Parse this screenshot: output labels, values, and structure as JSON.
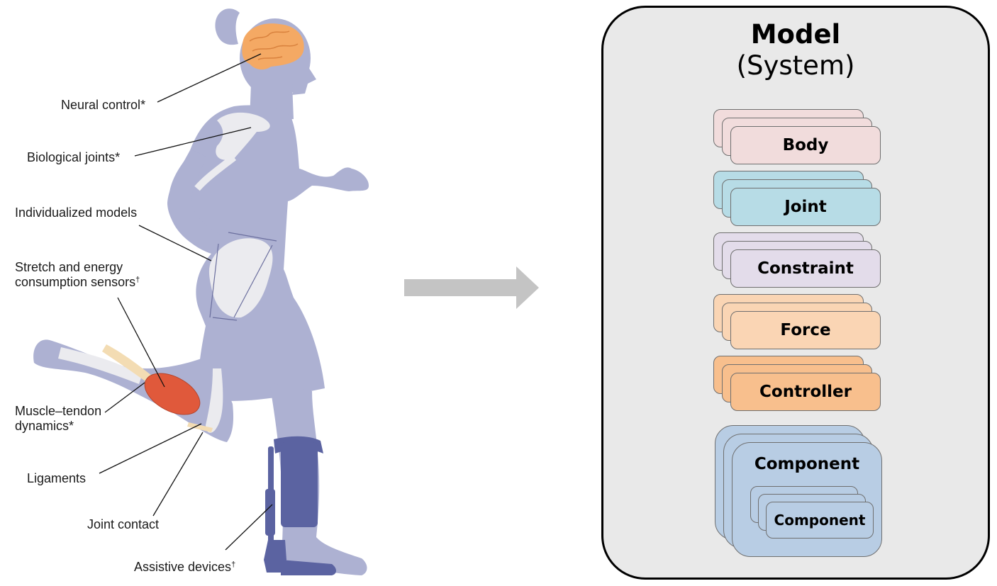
{
  "figure": {
    "body_labels": [
      {
        "key": "neural",
        "lines": [
          "Neural control"
        ],
        "mark": "*"
      },
      {
        "key": "biojoints",
        "lines": [
          "Biological joints"
        ],
        "mark": "*"
      },
      {
        "key": "individual",
        "lines": [
          "Individualized models"
        ],
        "mark": ""
      },
      {
        "key": "stretch",
        "lines": [
          "Stretch and energy",
          "consumption sensors"
        ],
        "mark": "†"
      },
      {
        "key": "muscle",
        "lines": [
          "Muscle–tendon",
          "dynamics"
        ],
        "mark": "*"
      },
      {
        "key": "ligaments",
        "lines": [
          "Ligaments"
        ],
        "mark": ""
      },
      {
        "key": "jointcontact",
        "lines": [
          "Joint contact"
        ],
        "mark": ""
      },
      {
        "key": "assistive",
        "lines": [
          "Assistive devices"
        ],
        "mark": "†"
      }
    ],
    "model": {
      "title": "Model",
      "subtitle": "(System)",
      "components": [
        {
          "label": "Body",
          "fill": "#f1dcdc"
        },
        {
          "label": "Joint",
          "fill": "#b7dce6"
        },
        {
          "label": "Constraint",
          "fill": "#e3dcea"
        },
        {
          "label": "Force",
          "fill": "#fad5b4"
        },
        {
          "label": "Controller",
          "fill": "#f8bf8d"
        }
      ],
      "composite": {
        "label": "Component",
        "inner_label": "Component",
        "fill": "#b8cde4"
      }
    },
    "colors": {
      "silhouette": "#adb1d2",
      "bone": "#ebebef",
      "brain": "#f4a964",
      "muscle": "#e0593b",
      "tendon": "#f3dcb3",
      "orthosis": "#5b63a1",
      "arrow": "#c4c4c4",
      "panel": "#e9e9e9"
    }
  }
}
